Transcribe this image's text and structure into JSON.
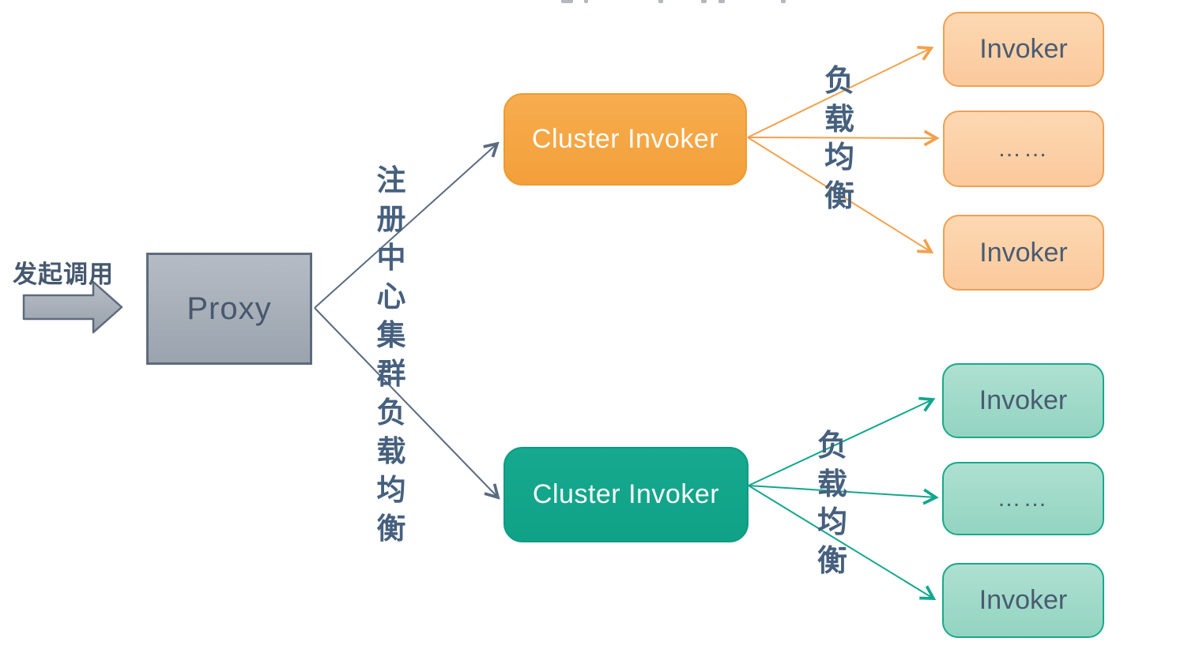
{
  "diagram": {
    "caller": {
      "label": "发起调用"
    },
    "proxy": {
      "label": "Proxy"
    },
    "registry_label": "注\n册\n中\n心\n集\n群\n负\n载\n均\n衡",
    "clusters": [
      {
        "position": "top",
        "label": "Cluster Invoker",
        "accent_color": "#F2A044",
        "load_balance_label": "负\n载\n均\n衡",
        "invokers": [
          "Invoker",
          "……",
          "Invoker"
        ]
      },
      {
        "position": "bottom",
        "label": "Cluster Invoker",
        "accent_color": "#12A78D",
        "load_balance_label": "负\n载\n均\n衡",
        "invokers": [
          "Invoker",
          "……",
          "Invoker"
        ]
      }
    ],
    "colors": {
      "slate_line": "#5A6B80",
      "orange_line": "#F2A14B",
      "teal_line": "#12A78D",
      "node_text": "#4A5B72",
      "label_text": "#46607E",
      "proxy_fill_top": "#B6BCC5",
      "proxy_fill_bottom": "#9AA3AE",
      "orange_fill": "#F5A544",
      "orange_light_fill": "#FCD0A6",
      "teal_fill": "#13A68C",
      "teal_light_fill": "#A2DBCA"
    }
  }
}
